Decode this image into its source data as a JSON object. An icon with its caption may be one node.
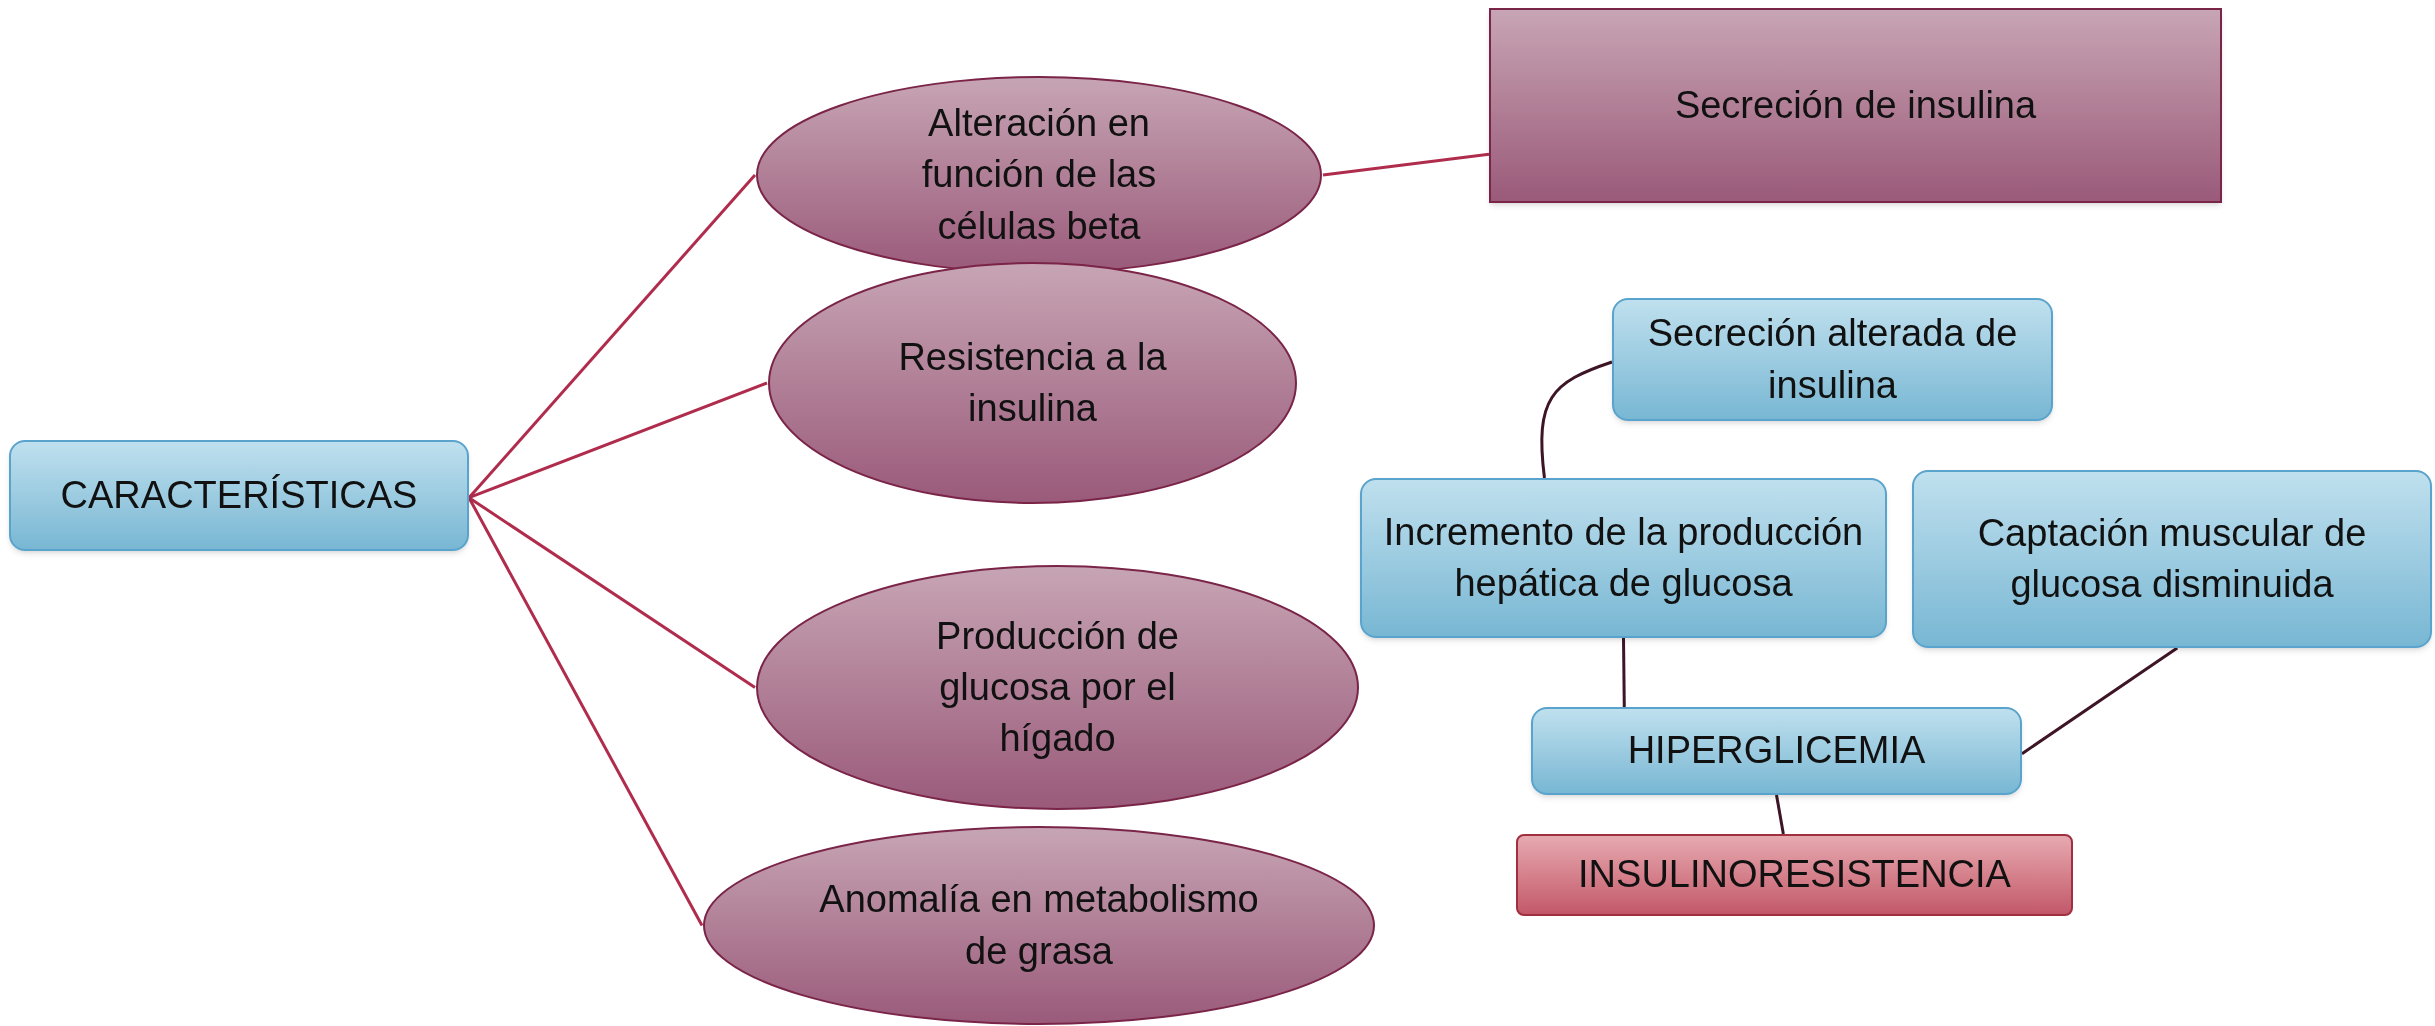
{
  "diagram": {
    "nodes": [
      {
        "text": [
          "CARACTERÍSTICAS"
        ]
      },
      {
        "text": [
          "Alteración en función de las células beta"
        ]
      },
      {
        "text": [
          "Resistencia a la insulina"
        ]
      },
      {
        "text": [
          "Producción de glucosa por el hígado"
        ]
      },
      {
        "text": [
          "Anomalía en metabolismo de grasa"
        ]
      },
      {
        "text": [
          "Secreción de insulina"
        ]
      },
      {
        "text": [
          "Secreción alterada de insulina"
        ]
      },
      {
        "text": [
          "Incremento de la producción hepática de glucosa"
        ]
      },
      {
        "text": [
          "Captación muscular de glucosa disminuida"
        ]
      },
      {
        "text": [
          "HIPERGLICEMIA"
        ]
      },
      {
        "text": [
          "INSULINORESISTENCIA"
        ]
      }
    ],
    "edges": [
      {
        "from": 0,
        "to": 1,
        "arrow": "none"
      },
      {
        "from": 0,
        "to": 2,
        "arrow": "none"
      },
      {
        "from": 0,
        "to": 3,
        "arrow": "none"
      },
      {
        "from": 0,
        "to": 4,
        "arrow": "none"
      },
      {
        "from": 1,
        "to": 5,
        "arrow": "none"
      },
      {
        "from": 7,
        "to": 6,
        "arrow": "none",
        "color": "#3d1526"
      },
      {
        "from": 7,
        "to": 9,
        "arrow": "none",
        "color": "#3d1526"
      },
      {
        "from": 8,
        "to": 9,
        "arrow": "none",
        "color": "#3d1526"
      },
      {
        "from": 9,
        "to": 10,
        "arrow": "none",
        "color": "#3d1526"
      }
    ]
  }
}
